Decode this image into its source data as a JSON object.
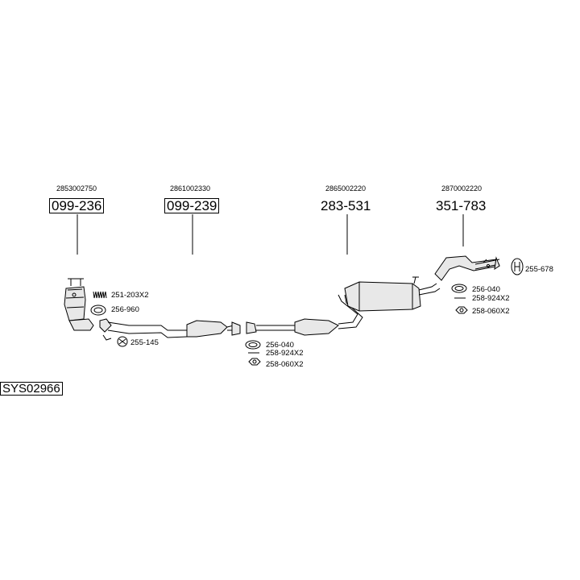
{
  "system_id": "SYS02966",
  "sections": [
    {
      "code": "2853002750",
      "part": "099-236",
      "boxed": true
    },
    {
      "code": "2861002330",
      "part": "099-239",
      "boxed": true
    },
    {
      "code": "2865002220",
      "part": "283-531",
      "boxed": false
    },
    {
      "code": "2870002220",
      "part": "351-783",
      "boxed": false
    }
  ],
  "fittings": {
    "f251_203": "251-203X2",
    "f256_960": "256-960",
    "f255_145": "255-145",
    "mid_256_040": "256-040",
    "mid_258_924": "258-924X2",
    "mid_258_060": "258-060X2",
    "rear_256_040": "256-040",
    "rear_258_924": "258-924X2",
    "rear_258_060": "258-060X2",
    "f255_678": "255-678"
  }
}
